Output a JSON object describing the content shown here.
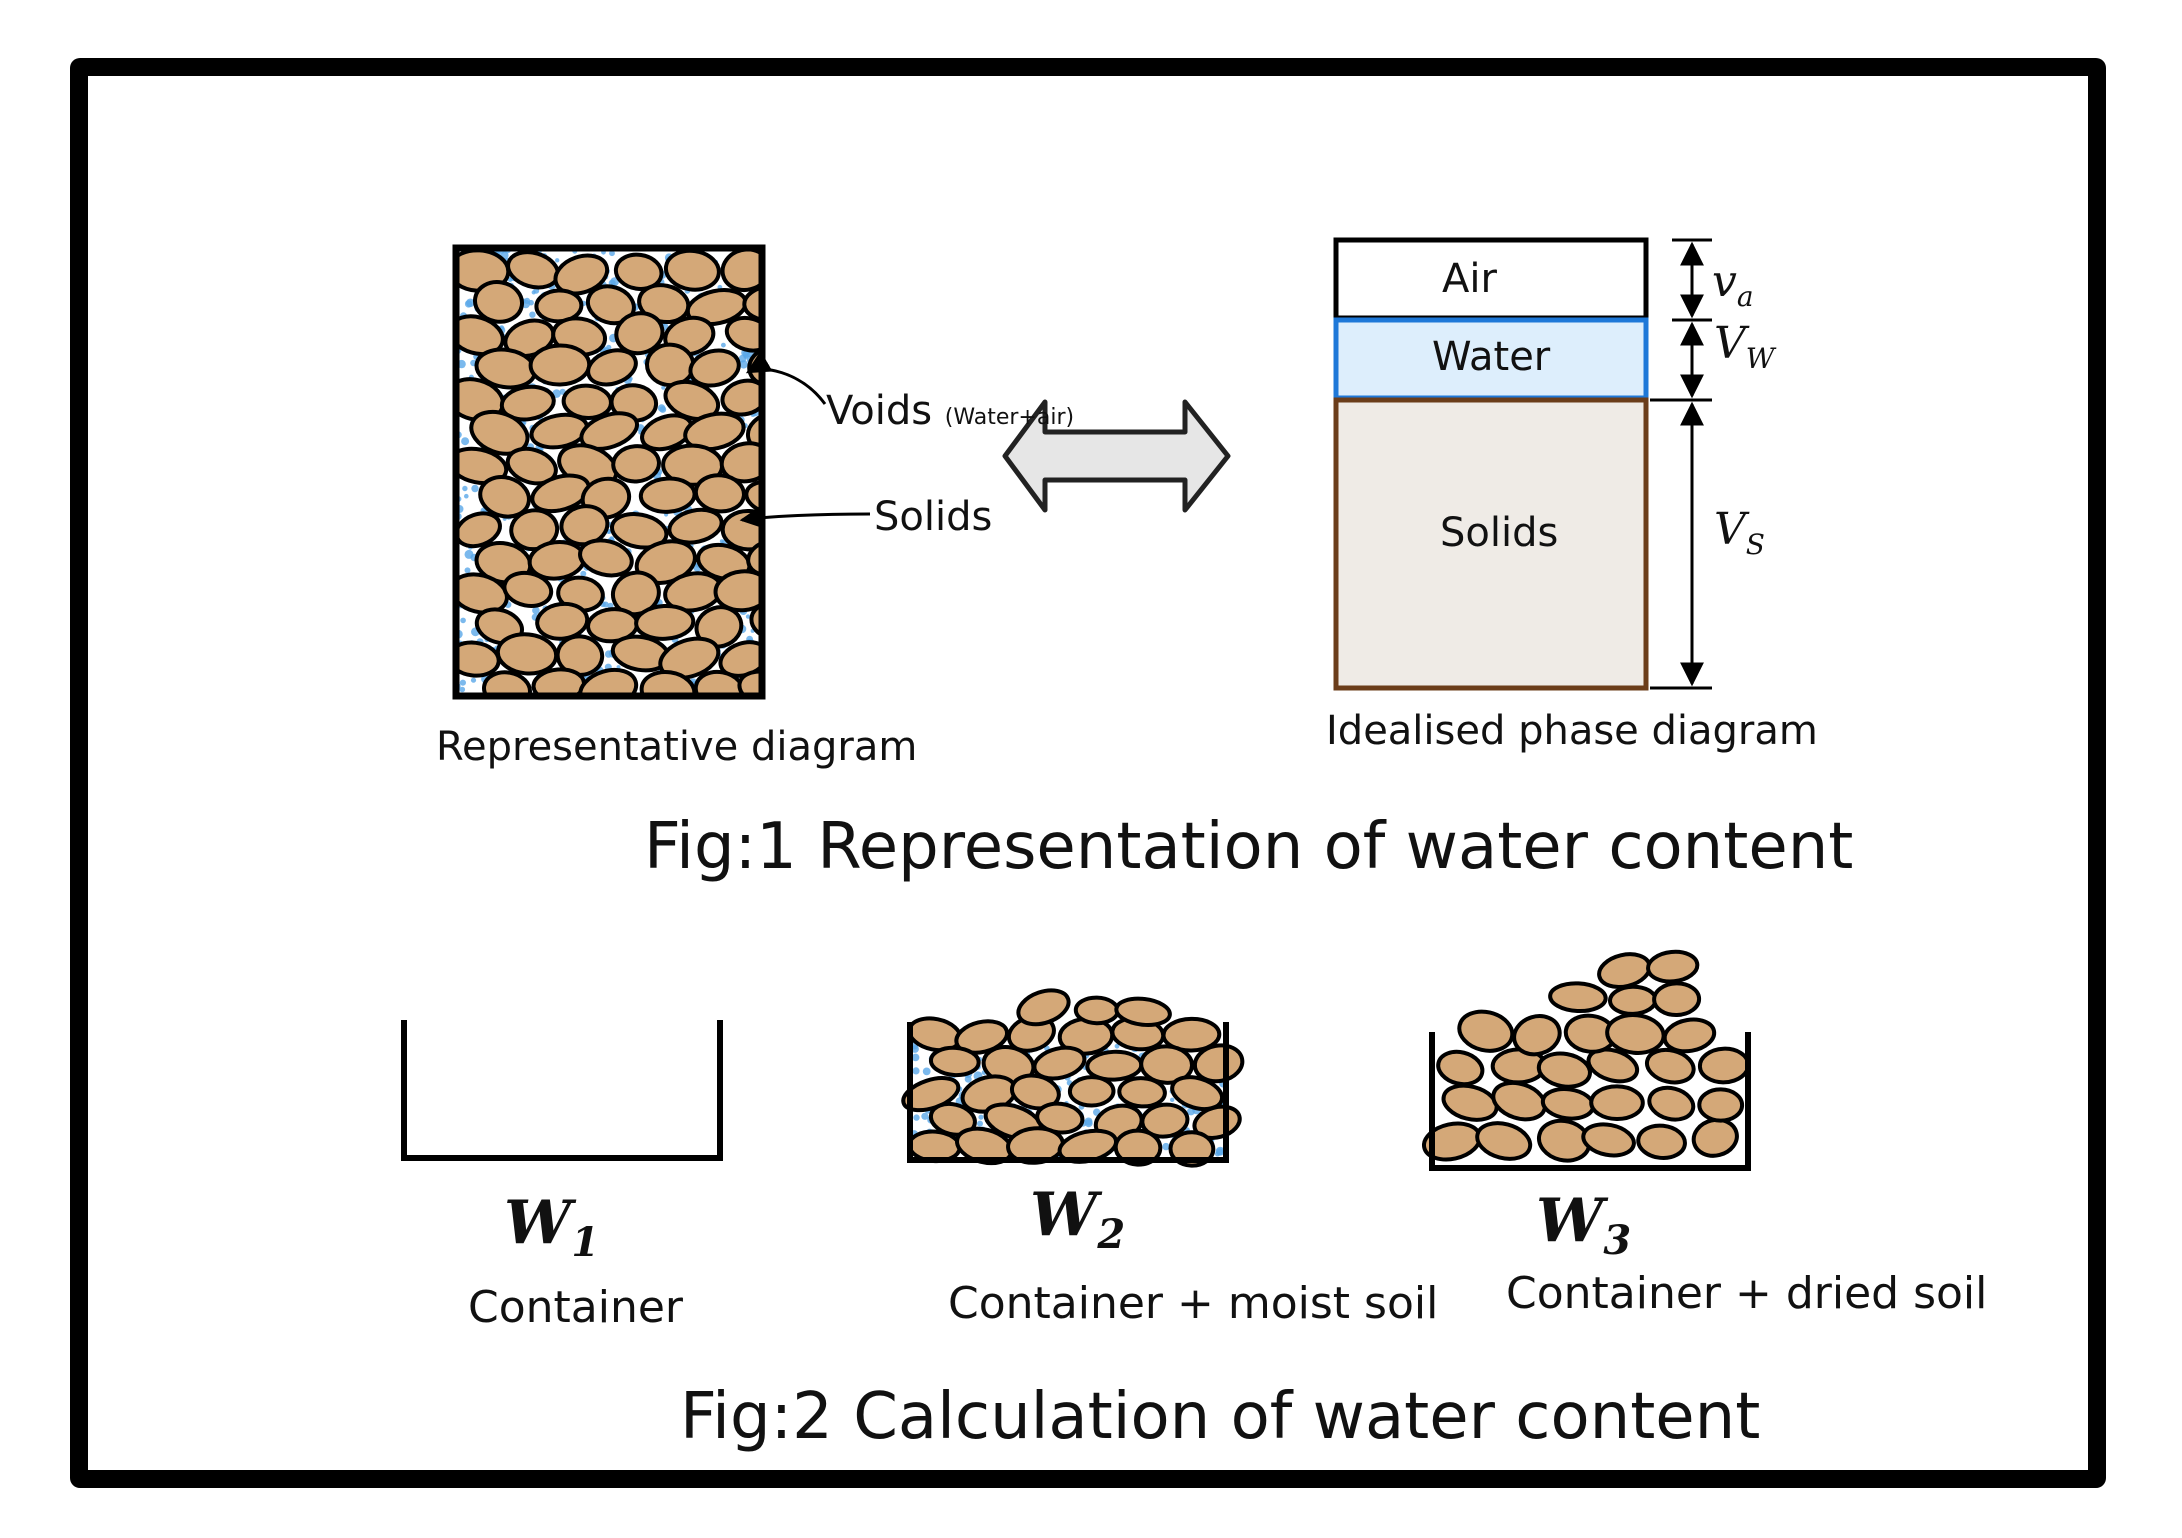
{
  "fig1": {
    "representative": {
      "voids_label": "Voids",
      "voids_sub": "(Water+air)",
      "solids_label": "Solids",
      "caption": "Representative diagram"
    },
    "phase": {
      "air": "Air",
      "water": "Water",
      "solids": "Solids",
      "caption": "Idealised phase diagram",
      "v_air": "v",
      "v_air_sub": "a",
      "v_water": "V",
      "v_water_sub": "W",
      "v_solids": "V",
      "v_solids_sub": "S"
    },
    "title": "Fig:1 Representation of water content"
  },
  "fig2": {
    "w1_symbol": "W",
    "w1_sub": "1",
    "w1_caption": "Container",
    "w2_symbol": "W",
    "w2_sub": "2",
    "w2_caption": "Container + moist soil",
    "w3_symbol": "W",
    "w3_sub": "3",
    "w3_caption": "Container + dried soil",
    "title": "Fig:2 Calculation of water content"
  },
  "colors": {
    "soil_particle": "#d4a878",
    "water_dots": "#5aa8e8",
    "water_fill": "#ddeefc",
    "water_border": "#1e78d8",
    "solids_fill": "#efebe6",
    "solids_border": "#6b3d1a",
    "arrow_fill": "#e6e6e6"
  }
}
